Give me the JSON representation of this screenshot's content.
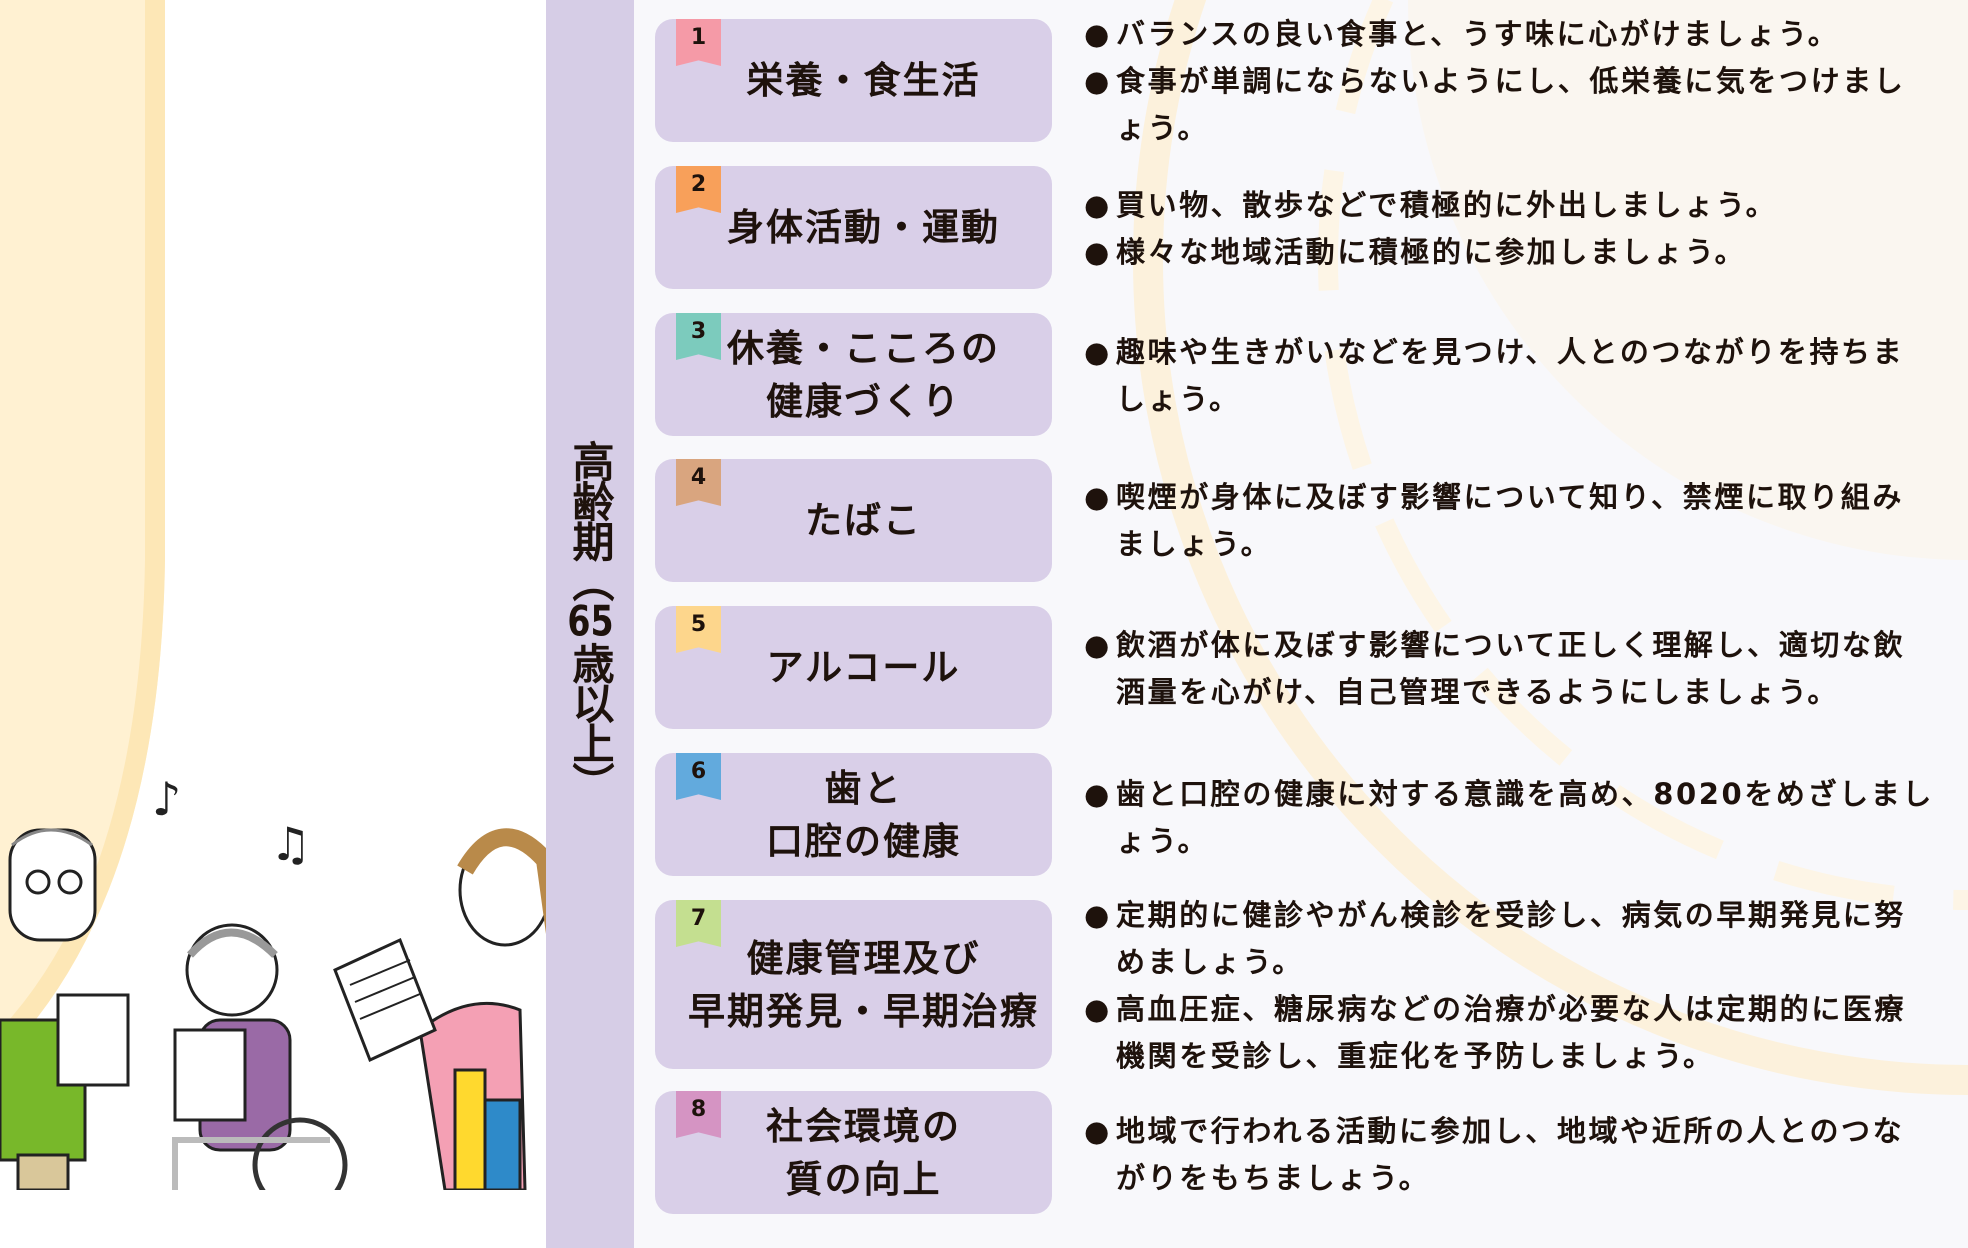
{
  "age_group": {
    "prefix": "高齢期（",
    "age": "65",
    "suffix": "歳以上）"
  },
  "colors": {
    "card_bg": "#d9cfe8",
    "age_bar": "#d6cde6"
  },
  "items": [
    {
      "number": "1",
      "color": "#f59aa7",
      "title": "栄養・食生活",
      "bullets": [
        "バランスの良い食事と、うす味に心がけましょう。",
        "食事が単調にならないようにし、低栄養に気をつけましょう。"
      ]
    },
    {
      "number": "2",
      "color": "#f8a05a",
      "title": "身体活動・運動",
      "bullets": [
        "買い物、散歩などで積極的に外出しましょう。",
        "様々な地域活動に積極的に参加しましょう。"
      ]
    },
    {
      "number": "3",
      "color": "#7ccbbd",
      "title": "休養・こころの\n健康づくり",
      "bullets": [
        "趣味や生きがいなどを見つけ、人とのつながりを持ちましょう。"
      ]
    },
    {
      "number": "4",
      "color": "#d9a57f",
      "title": "たばこ",
      "bullets": [
        "喫煙が身体に及ぼす影響について知り、禁煙に取り組みましょう。"
      ]
    },
    {
      "number": "5",
      "color": "#fdd68c",
      "title": "アルコール",
      "bullets": [
        "飲酒が体に及ぼす影響について正しく理解し、適切な飲酒量を心がけ、自己管理できるようにしましょう。"
      ]
    },
    {
      "number": "6",
      "color": "#62aadd",
      "title": "歯と\n口腔の健康",
      "bullets": [
        "歯と口腔の健康に対する意識を高め、8020をめざしましょう。"
      ]
    },
    {
      "number": "7",
      "color": "#c4df90",
      "title": "健康管理及び\n早期発見・早期治療",
      "bullets": [
        "定期的に健診やがん検診を受診し、病気の早期発見に努めましょう。",
        "高血圧症、糖尿病などの治療が必要な人は定期的に医療機関を受診し、重症化を予防しましょう。"
      ]
    },
    {
      "number": "8",
      "color": "#d594c3",
      "title": "社会環境の\n質の向上",
      "bullets": [
        "地域で行われる活動に参加し、地域や近所の人とのつながりをもちましょう。"
      ]
    }
  ],
  "bullet_mark": "●"
}
